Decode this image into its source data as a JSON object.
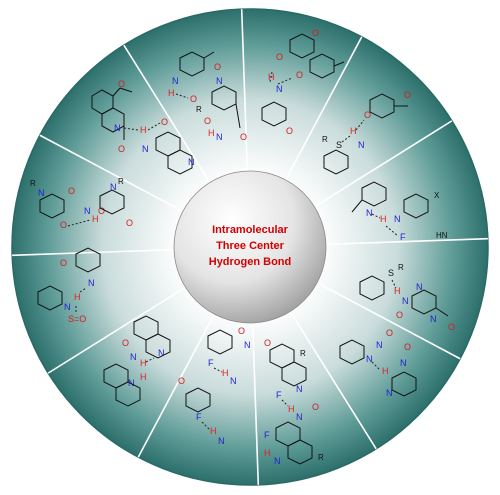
{
  "center": {
    "line1": "Intramolecular",
    "line2": "Three Center",
    "line3": "Hydrogen Bond"
  },
  "atoms": {
    "N": "N",
    "O": "O",
    "H": "H",
    "S": "S",
    "F": "F",
    "R": "R",
    "X": "X",
    "HN": "HN",
    "SO": "S=O"
  },
  "colors": {
    "outer_ring": "#2f7470",
    "segment_light": "#ffffff",
    "center_sphere": "#e6e6e6",
    "label_red": "#d40000",
    "nitrogen": "#1f1fd0",
    "oxygen_hydrogen": "#d01f1f"
  }
}
